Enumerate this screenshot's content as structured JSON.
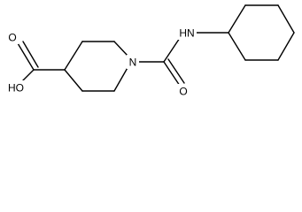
{
  "molecule": {
    "atoms": [
      {
        "id": "o_hydroxyl",
        "text": "HO"
      },
      {
        "id": "o_acid_carbonyl",
        "text": "O"
      },
      {
        "id": "n_ring",
        "text": "N"
      },
      {
        "id": "n_amide",
        "text": "HN"
      },
      {
        "id": "o_amide_carbonyl",
        "text": "O"
      }
    ]
  },
  "colors": {
    "bond": "#000000",
    "text": "#000000",
    "background": "#ffffff"
  }
}
